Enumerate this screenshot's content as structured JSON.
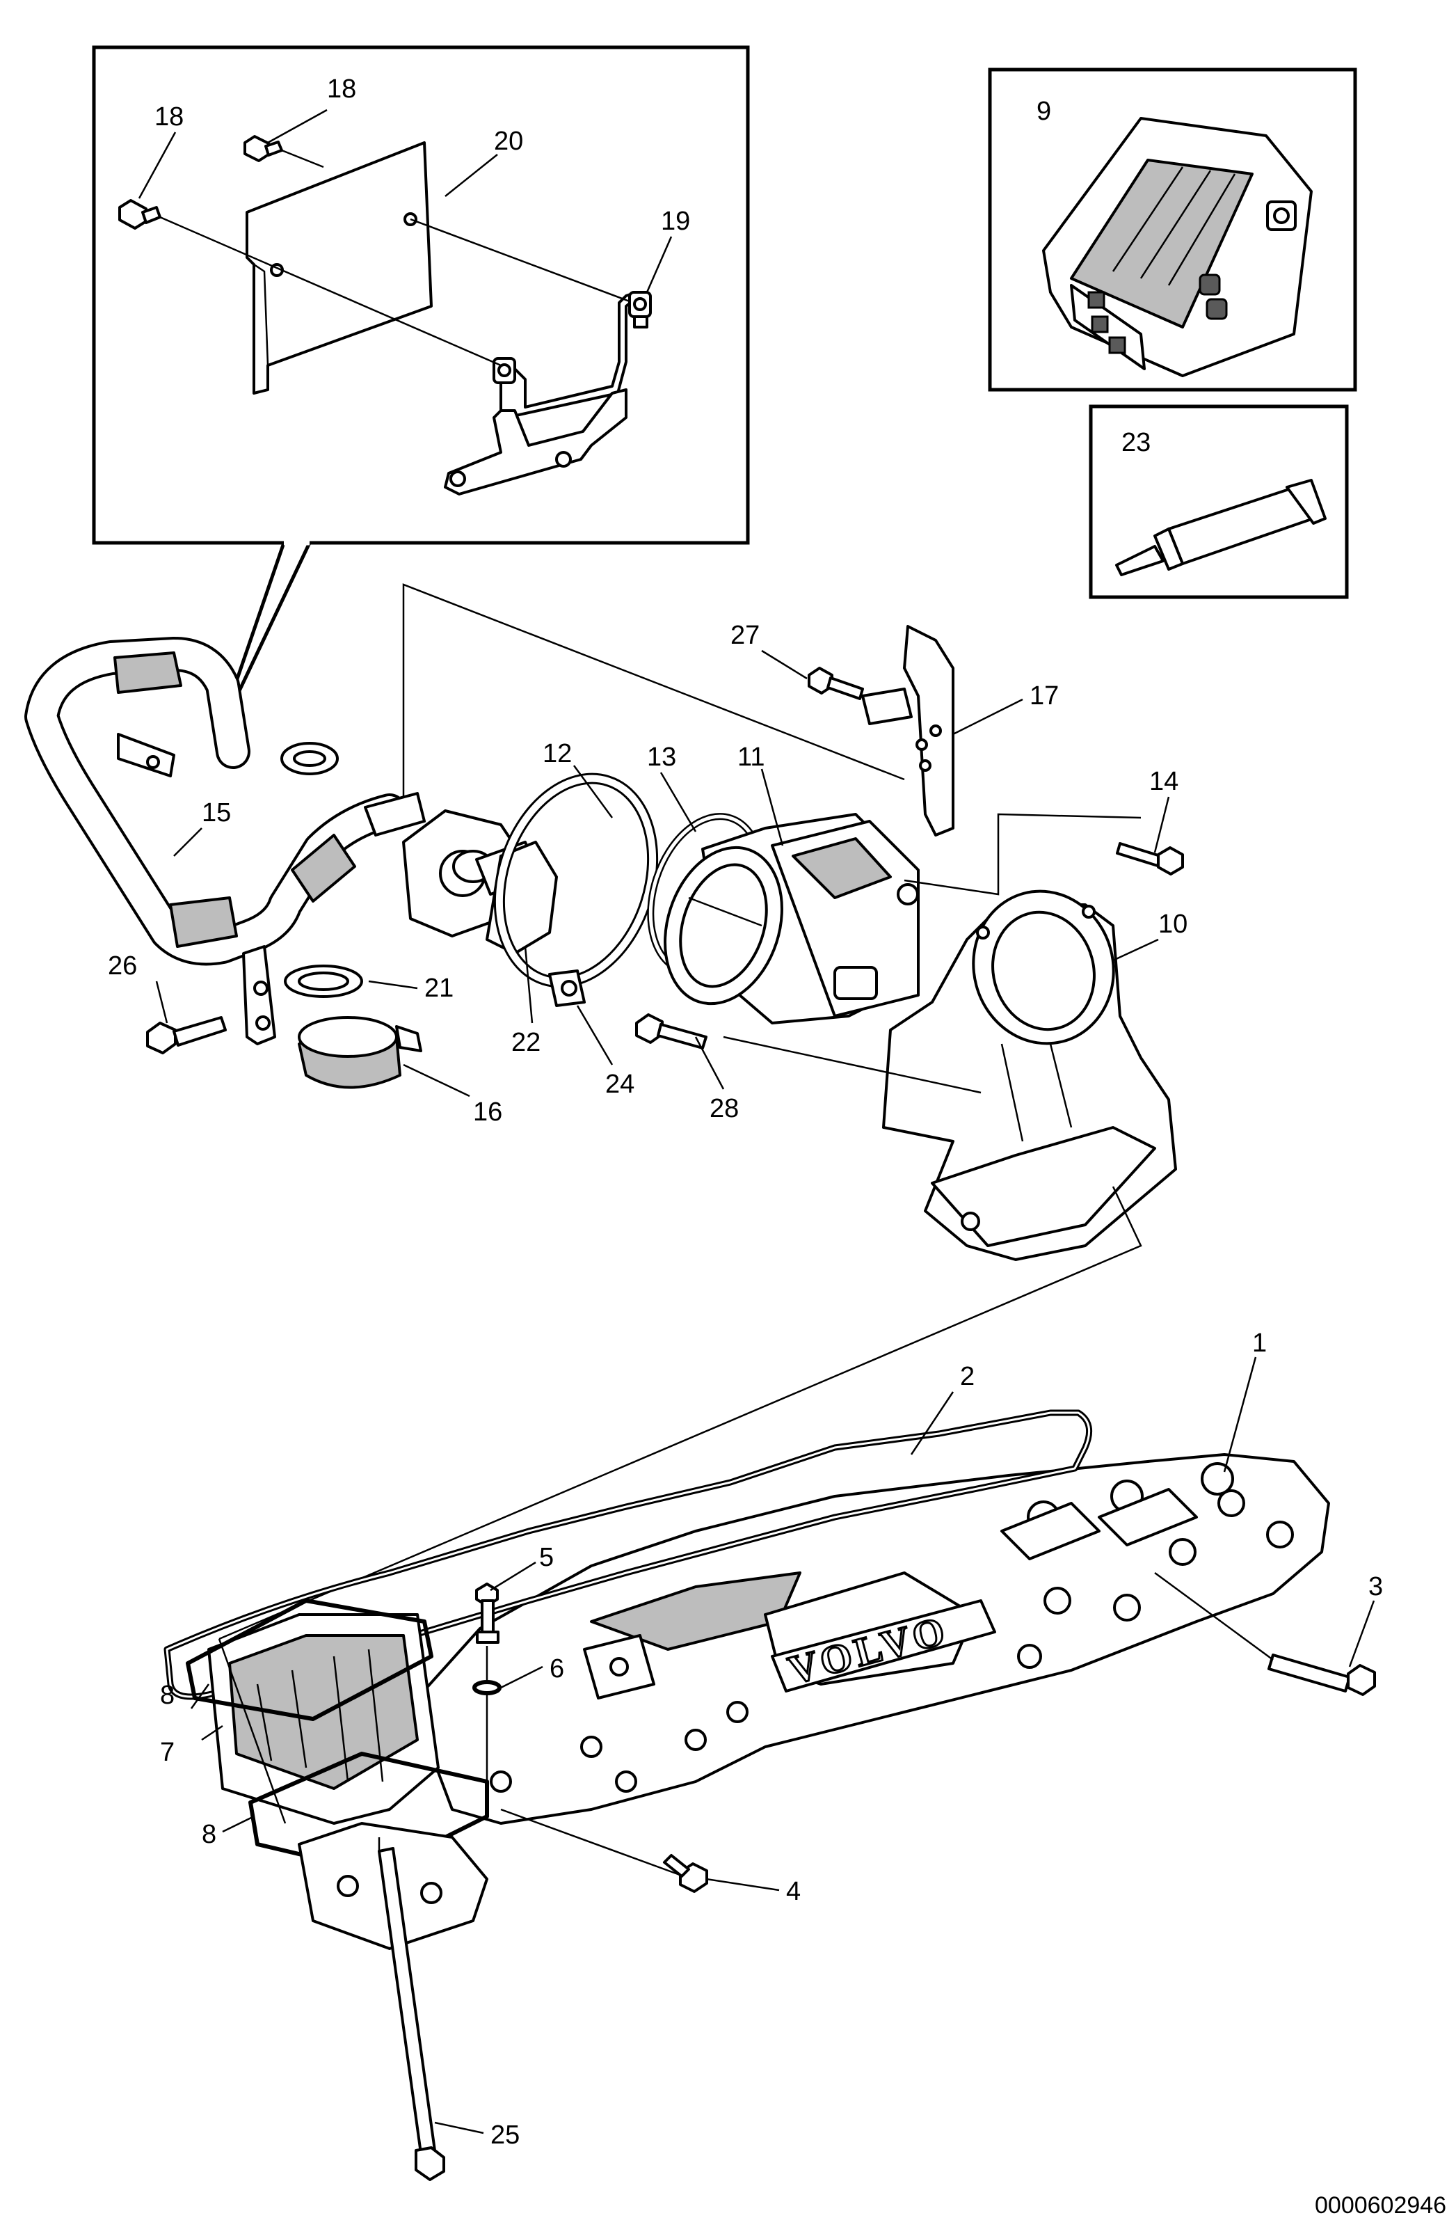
{
  "figure": {
    "document_number": "0000602946",
    "brand_mark": "VOLVO"
  },
  "callouts": {
    "c1": "1",
    "c2": "2",
    "c3": "3",
    "c4": "4",
    "c5": "5",
    "c6": "6",
    "c7": "7",
    "c8_top": "8",
    "c8_bottom": "8",
    "c9": "9",
    "c10": "10",
    "c11": "11",
    "c12": "12",
    "c13": "13",
    "c14": "14",
    "c15": "15",
    "c16": "16",
    "c17": "17",
    "c18_left": "18",
    "c18_right": "18",
    "c19": "19",
    "c20": "20",
    "c21": "21",
    "c22": "22",
    "c23": "23",
    "c24": "24",
    "c25": "25",
    "c26": "26",
    "c27": "27",
    "c28": "28"
  }
}
